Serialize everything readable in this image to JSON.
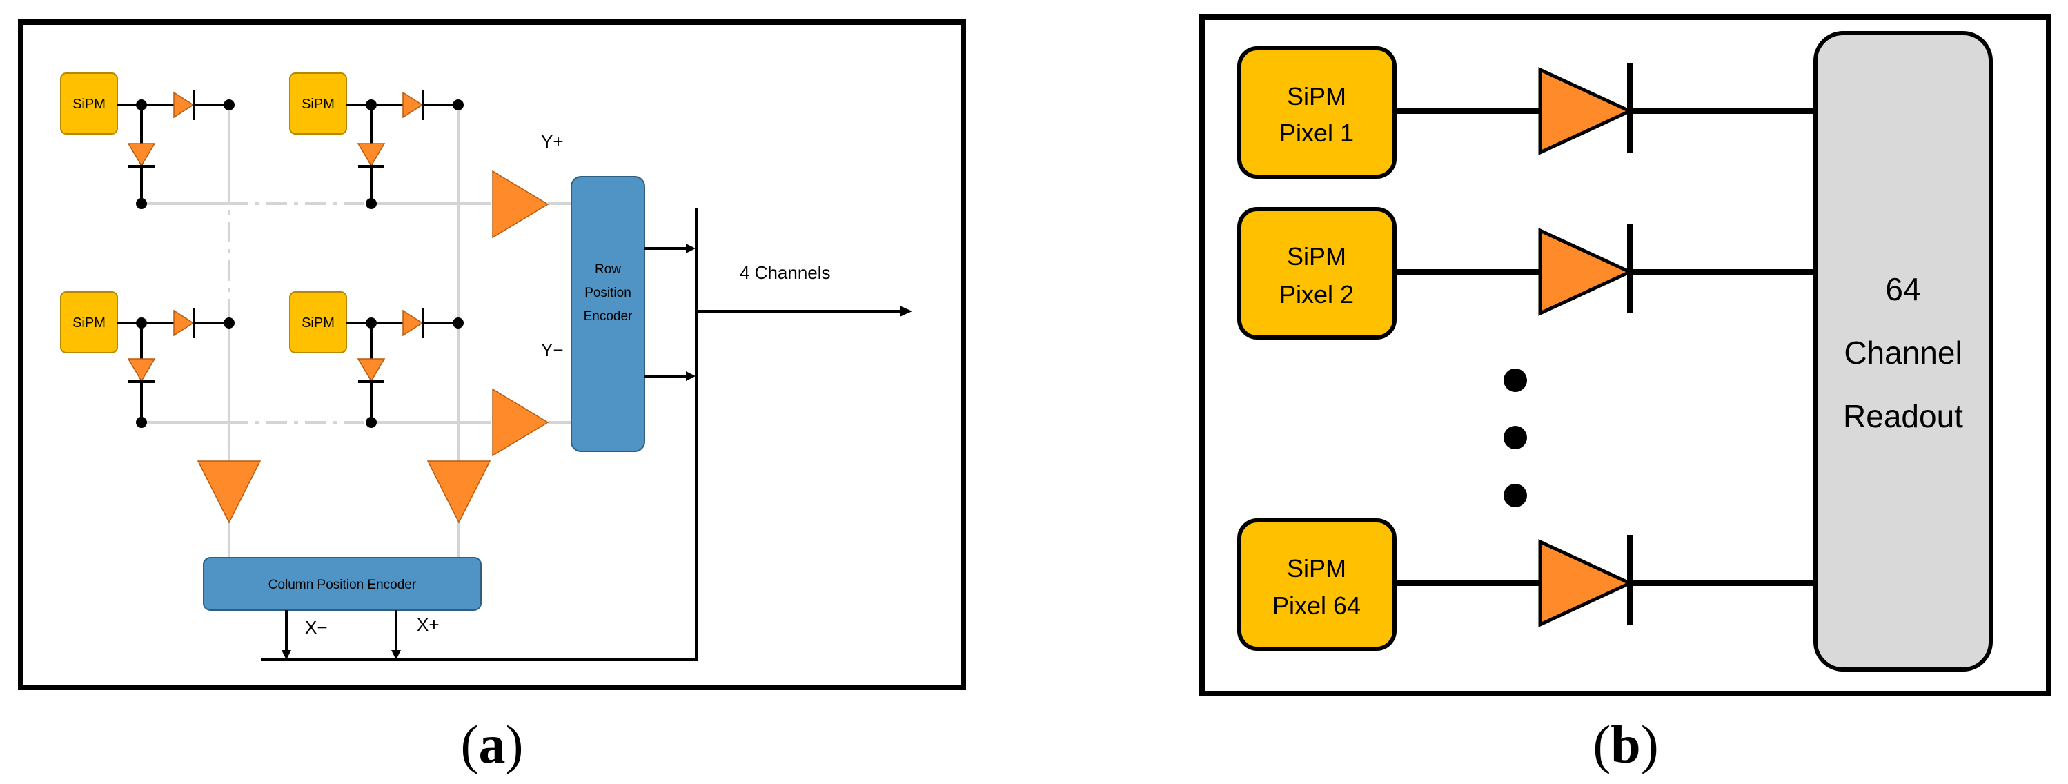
{
  "panel_a": {
    "sipm_label": "SiPM",
    "y_plus": "Y+",
    "y_minus": "Y−",
    "x_minus": "X−",
    "x_plus": "X+",
    "row_encoder": [
      "Row",
      "Position",
      "Encoder"
    ],
    "column_encoder": "Column Position Encoder",
    "output_label": "4 Channels"
  },
  "panel_b": {
    "pixels": [
      {
        "line1": "SiPM",
        "line2": "Pixel 1"
      },
      {
        "line1": "SiPM",
        "line2": "Pixel 2"
      },
      {
        "line1": "SiPM",
        "line2": "Pixel 64"
      }
    ],
    "readout": [
      "64",
      "Channel",
      "Readout"
    ]
  },
  "captions": {
    "a": {
      "open": "(",
      "letter": "a",
      "close": ")"
    },
    "b": {
      "open": "(",
      "letter": "b",
      "close": ")"
    }
  },
  "colors": {
    "sipm": "#FFC000",
    "amplifier": "#FF8A2A",
    "encoder": "#4F94C4",
    "readout": "#D9D9D9"
  }
}
